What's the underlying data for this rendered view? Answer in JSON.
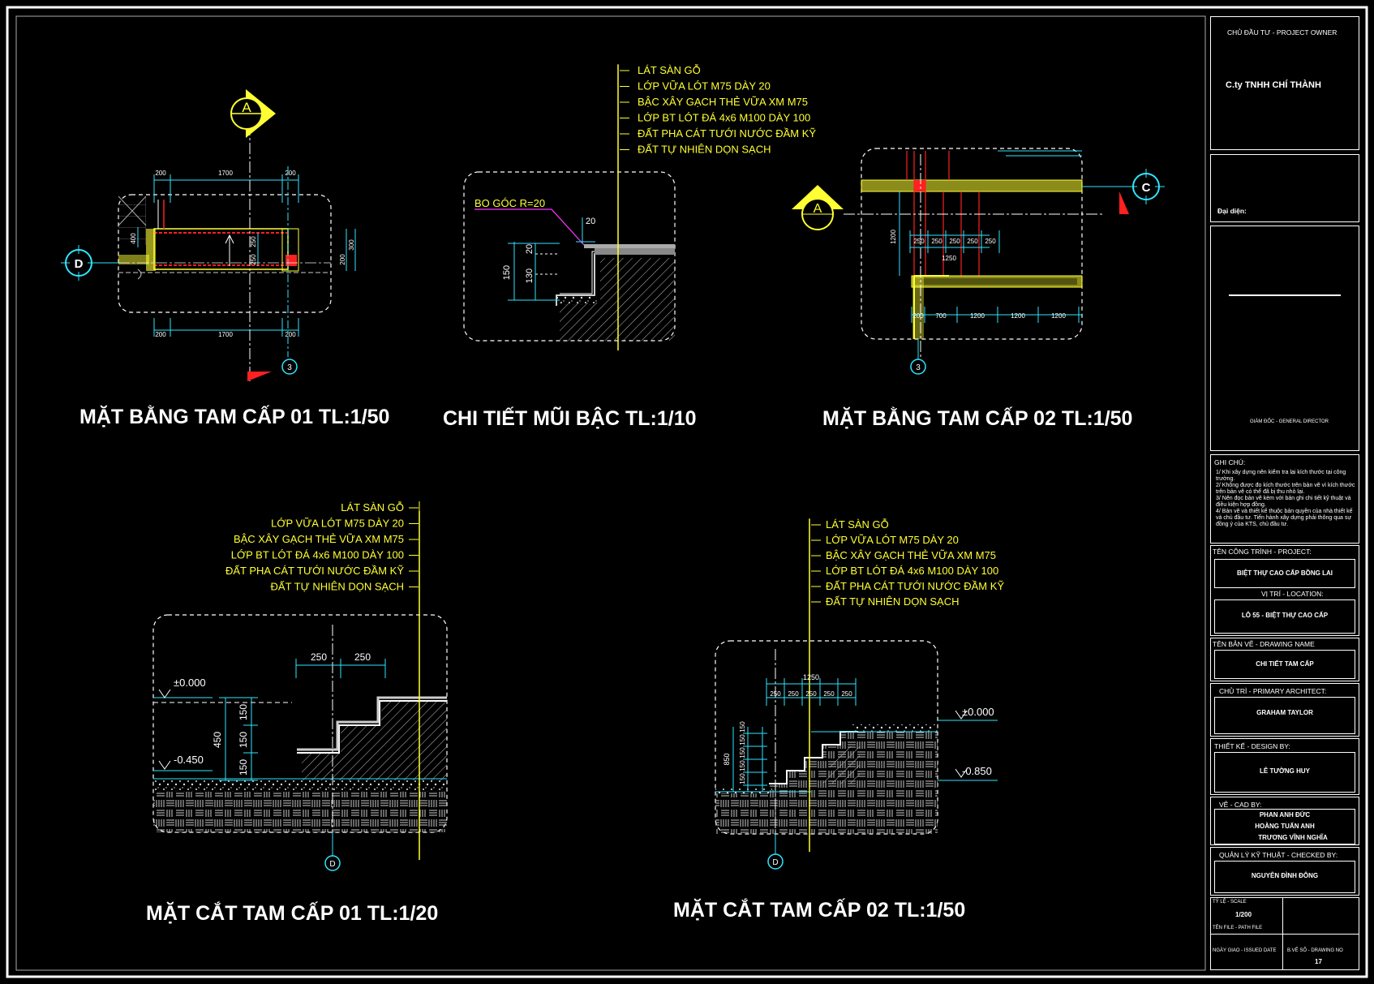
{
  "titles": {
    "plan01": "MẶT BẰNG TAM CẤP 01 TL:1/50",
    "detail": "CHI TIẾT MŨI BẬC TL:1/10",
    "plan02": "MẶT BẰNG TAM CẤP 02 TL:1/50",
    "section01": "MẶT CẮT TAM CẤP 01 TL:1/20",
    "section02": "MẶT CẮT TAM CẤP 02 TL:1/50"
  },
  "layers": [
    "LÁT SÀN GỖ",
    "LỚP VỮA LÓT M75 DÀY 20",
    "BẬC XÂY GẠCH THẺ VỮA XM M75",
    "LỚP BT LÓT ĐÁ 4x6 M100 DÀY 100",
    "ĐẤT PHA CÁT TƯỚI NƯỚC ĐẦM KỸ",
    "ĐẤT TỰ NHIÊN DỌN SẠCH"
  ],
  "markers": {
    "A": "A",
    "C": "C",
    "D": "D",
    "grid3": "3"
  },
  "plan01": {
    "dim_top": [
      "200",
      "1700",
      "200"
    ],
    "dim_bottom": [
      "200",
      "1700",
      "200"
    ],
    "dim_left": "400",
    "dim_inner": [
      "250",
      "250"
    ],
    "dim_right": [
      "300",
      "200"
    ]
  },
  "detail": {
    "label": "BO GÓC R=20",
    "dims": [
      "20",
      "20",
      "150",
      "130"
    ]
  },
  "plan02": {
    "dims_top": [
      "250",
      "250",
      "250",
      "250",
      "250"
    ],
    "total": "1250",
    "left": "1200",
    "bottom": [
      "200",
      "700",
      "1200",
      "1200",
      "1200"
    ]
  },
  "section01": {
    "dims_top": [
      "250",
      "250"
    ],
    "level_top": "±0.000",
    "level_bot": "-0.450",
    "total": "450",
    "risers": [
      "150",
      "150",
      "150"
    ]
  },
  "section02": {
    "total_top": "1250",
    "dims_top": [
      "250",
      "250",
      "250",
      "250",
      "250"
    ],
    "level_top": "±0.000",
    "level_bot": "-0.850",
    "total": "850",
    "risers": [
      "150",
      "150",
      "150",
      "150",
      "150"
    ]
  },
  "title_block": {
    "owner_label": "CHỦ ĐẦU TƯ - PROJECT OWNER",
    "owner": "C.ty TNHH CHÍ THÀNH",
    "rep_label": "Đại diện:",
    "director": "GIÁM ĐỐC - GENERAL DIRECTOR",
    "notes_label": "GHI CHÚ:",
    "notes": [
      "1/ Khi xây dựng nên kiểm tra lại kích thước tại công trường.",
      "2/ Không được đo kích thước trên bản vẽ vì kích thước trên bản vẽ có thể đã bị thu nhỏ lại.",
      "3/ Nên đọc bản vẽ kèm với bản ghi chi tiết kỹ thuật và điều kiện hợp đồng.",
      "4/ Bản vẽ và thiết kế thuộc bản quyền của nhà thiết kế và chủ đầu tư. Tiến hành xây dựng phải thông qua sự đồng ý của KTS, chủ đầu tư."
    ],
    "project_label": "TÊN CÔNG TRÌNH - PROJECT:",
    "project": "BIỆT THỰ CAO CẤP BỒNG LAI",
    "location_label": "VỊ TRÍ - LOCATION:",
    "location": "LÔ 55 - BIỆT THỰ CAO CẤP",
    "drawing_label": "TÊN BẢN VẼ - DRAWING NAME",
    "drawing": "CHI TIẾT TAM CẤP",
    "architect_label": "CHỦ TRÌ - PRIMARY ARCHITECT:",
    "architect": "GRAHAM TAYLOR",
    "design_label": "THIẾT KẾ - DESIGN BY:",
    "design": "LÊ TƯỜNG HUY",
    "cad_label": "VẼ - CAD BY:",
    "cad": [
      "PHAN ANH ĐỨC",
      "HOÀNG TUẤN ANH",
      "TRƯƠNG VĨNH NGHĨA"
    ],
    "checked_label": "QUẢN LÝ KỸ THUẬT - CHECKED BY:",
    "checked": "NGUYỄN ĐÌNH ĐÔNG",
    "scale_label": "TỶ LỆ - SCALE",
    "scale": "1/200",
    "file_label": "TÊN FILE - PATH FILE",
    "date_label": "NGÀY GIAO - ISSUED DATE",
    "no_label": "B.VẼ SỐ - DRAWING NO",
    "no": "17"
  },
  "colors": {
    "cyan": "#2ee6ff",
    "yellow": "#ffff33",
    "red": "#ff2020",
    "magenta": "#ff33ff",
    "white": "#ffffff"
  }
}
